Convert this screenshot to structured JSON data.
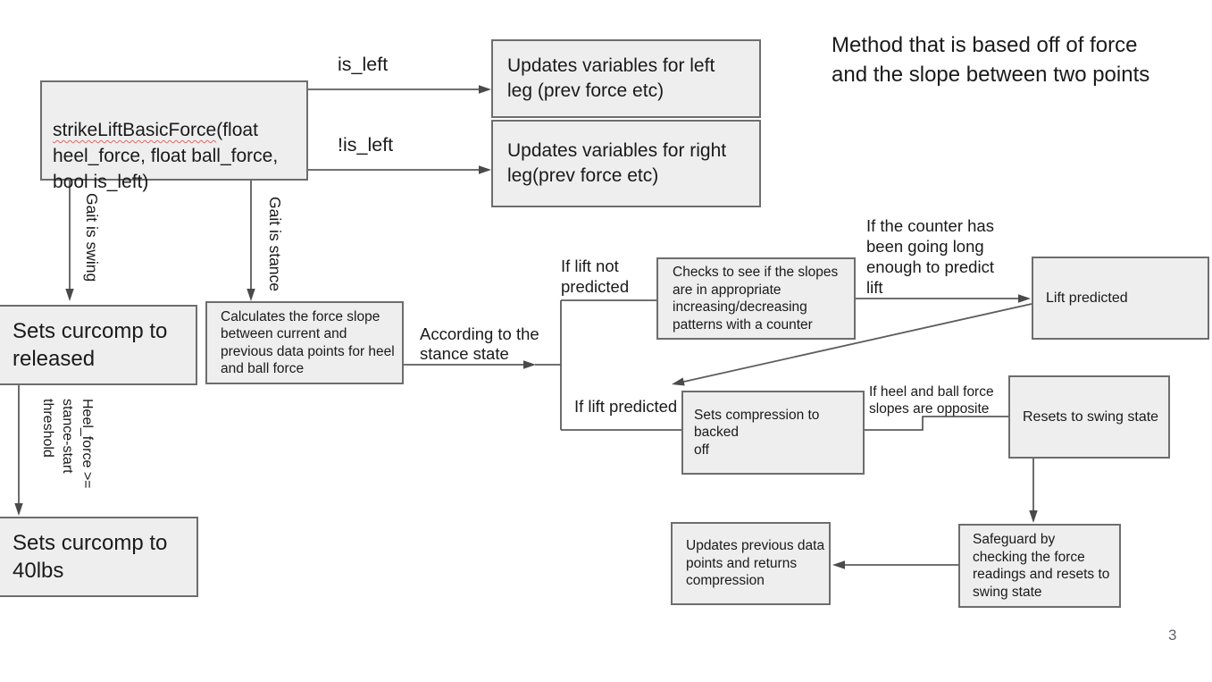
{
  "title": "Method that is based off of force\nand the slope between two points",
  "page": {
    "number": "3"
  },
  "boxes": {
    "strike": {
      "squiggled": "strikeLiftBasicForce",
      "rest": "(float\nheel_force, float ball_force,\nbool is_left)"
    },
    "updates_left": "Updates variables for left\nleg (prev force etc)",
    "updates_right": "Updates variables for right\nleg(prev force etc)",
    "sets_released": "Sets curcomp to\nreleased",
    "calculates": "Calculates the force slope\nbetween current and\nprevious data points for heel\nand ball force",
    "checks": "Checks to see if the slopes\nare in appropriate\nincreasing/decreasing\npatterns with a counter",
    "lift_predicted": "Lift predicted",
    "sets_compression": "Sets compression to backed\noff",
    "resets_swing": "Resets to swing state",
    "sets_40lbs": "Sets curcomp to\n40lbs",
    "updates_prev": "Updates previous data\npoints and returns\ncompression",
    "safeguard": "Safeguard by\nchecking the force\nreadings and resets to\nswing state"
  },
  "labels": {
    "is_left": "is_left",
    "not_is_left": "!is_left",
    "gait_swing": "Gait is swing",
    "gait_stance": "Gait is stance",
    "according": "According to the\nstance state",
    "if_lift_not": "If lift not\npredicted",
    "if_counter": "If the counter has\nbeen going long\nenough to predict\nlift",
    "if_lift_pred": "If lift predicted",
    "if_heel": "If heel and ball force\nslopes are opposite",
    "heel_force": "Heel_force >=\nstance-start\nthreshold"
  },
  "colors": {
    "box_fill": "#eeeeee",
    "box_border": "#6d6d6d",
    "connector": "#5c5c5c",
    "text": "#1a1a1a",
    "squiggle": "#e06666",
    "page_number": "#5f6368"
  }
}
